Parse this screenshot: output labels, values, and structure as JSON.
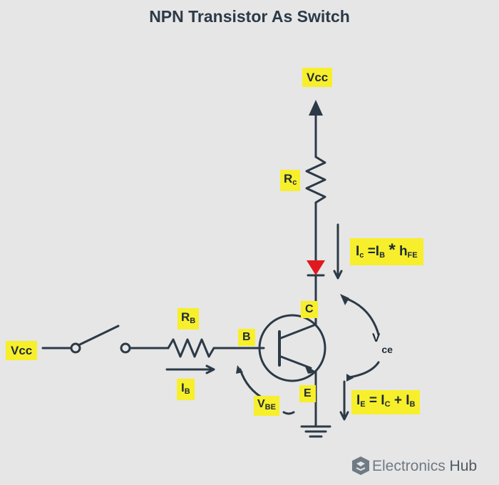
{
  "title": "NPN Transistor As Switch",
  "labels": {
    "vcc_top": "Vcc",
    "vcc_left": "Vcc",
    "rc_main": "R",
    "rc_sub": "c",
    "rb_main": "R",
    "rb_sub": "B",
    "base": "B",
    "collector": "C",
    "emitter": "E",
    "ib_main": "I",
    "ib_sub": "B",
    "vbe_main": "V",
    "vbe_sub": "BE",
    "vce_main": "V",
    "vce_sub": "ce",
    "ic_eq": {
      "i1": "I",
      "s1": "c",
      "eq": "=",
      "i2": "I",
      "s2": "B",
      "op": "*",
      "h": "h",
      "s3": "FE"
    },
    "ie_eq": {
      "i1": "I",
      "s1": "E",
      "eq": "=",
      "i2": "I",
      "s2": "C",
      "op": "+",
      "i3": "I",
      "s3": "B"
    }
  },
  "brand": {
    "name": "Electronics",
    "suffix": "Hub"
  },
  "colors": {
    "wire": "#2c3a47",
    "label_bg": "#f7ef2b",
    "led": "#e0191f",
    "background": "#e6e6e6"
  },
  "icons": {
    "logo": "electronics-hub-logo-icon",
    "led": "led-diode-icon",
    "ground": "ground-icon"
  }
}
